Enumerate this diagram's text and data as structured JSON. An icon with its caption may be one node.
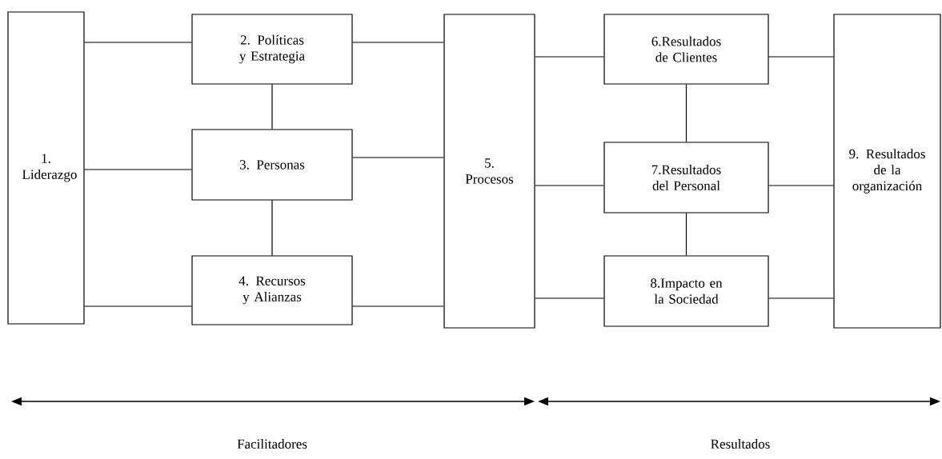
{
  "diagram": {
    "nodes": [
      {
        "text": [
          "1. Liderazgo"
        ]
      },
      {
        "text": [
          "2. Políticas y Estrategia"
        ]
      },
      {
        "text": [
          "3. Personas"
        ]
      },
      {
        "text": [
          "4. Recursos y Alianzas"
        ]
      },
      {
        "text": [
          "5. Procesos"
        ]
      },
      {
        "text": [
          "6.Resultados de Clientes"
        ]
      },
      {
        "text": [
          "7.Resultados del Personal"
        ]
      },
      {
        "text": [
          "8.Impacto en la Sociedad"
        ]
      },
      {
        "text": [
          "9. Resultados de la organización"
        ]
      }
    ],
    "edges": [
      {
        "from": 0,
        "to": 1,
        "arrow": "none"
      },
      {
        "from": 0,
        "to": 2,
        "arrow": "none"
      },
      {
        "from": 0,
        "to": 3,
        "arrow": "none"
      },
      {
        "from": 1,
        "to": 2,
        "arrow": "none"
      },
      {
        "from": 2,
        "to": 3,
        "arrow": "none"
      },
      {
        "from": 1,
        "to": 4,
        "arrow": "none"
      },
      {
        "from": 2,
        "to": 4,
        "arrow": "none"
      },
      {
        "from": 3,
        "to": 4,
        "arrow": "none"
      },
      {
        "from": 4,
        "to": 5,
        "arrow": "none"
      },
      {
        "from": 4,
        "to": 6,
        "arrow": "none"
      },
      {
        "from": 4,
        "to": 7,
        "arrow": "none"
      },
      {
        "from": 5,
        "to": 6,
        "arrow": "none"
      },
      {
        "from": 6,
        "to": 7,
        "arrow": "none"
      },
      {
        "from": 5,
        "to": 8,
        "arrow": "none"
      },
      {
        "from": 6,
        "to": 8,
        "arrow": "none"
      },
      {
        "from": 7,
        "to": 8,
        "arrow": "none"
      }
    ],
    "labels": [
      "Facilitadores",
      "Resultados"
    ]
  }
}
